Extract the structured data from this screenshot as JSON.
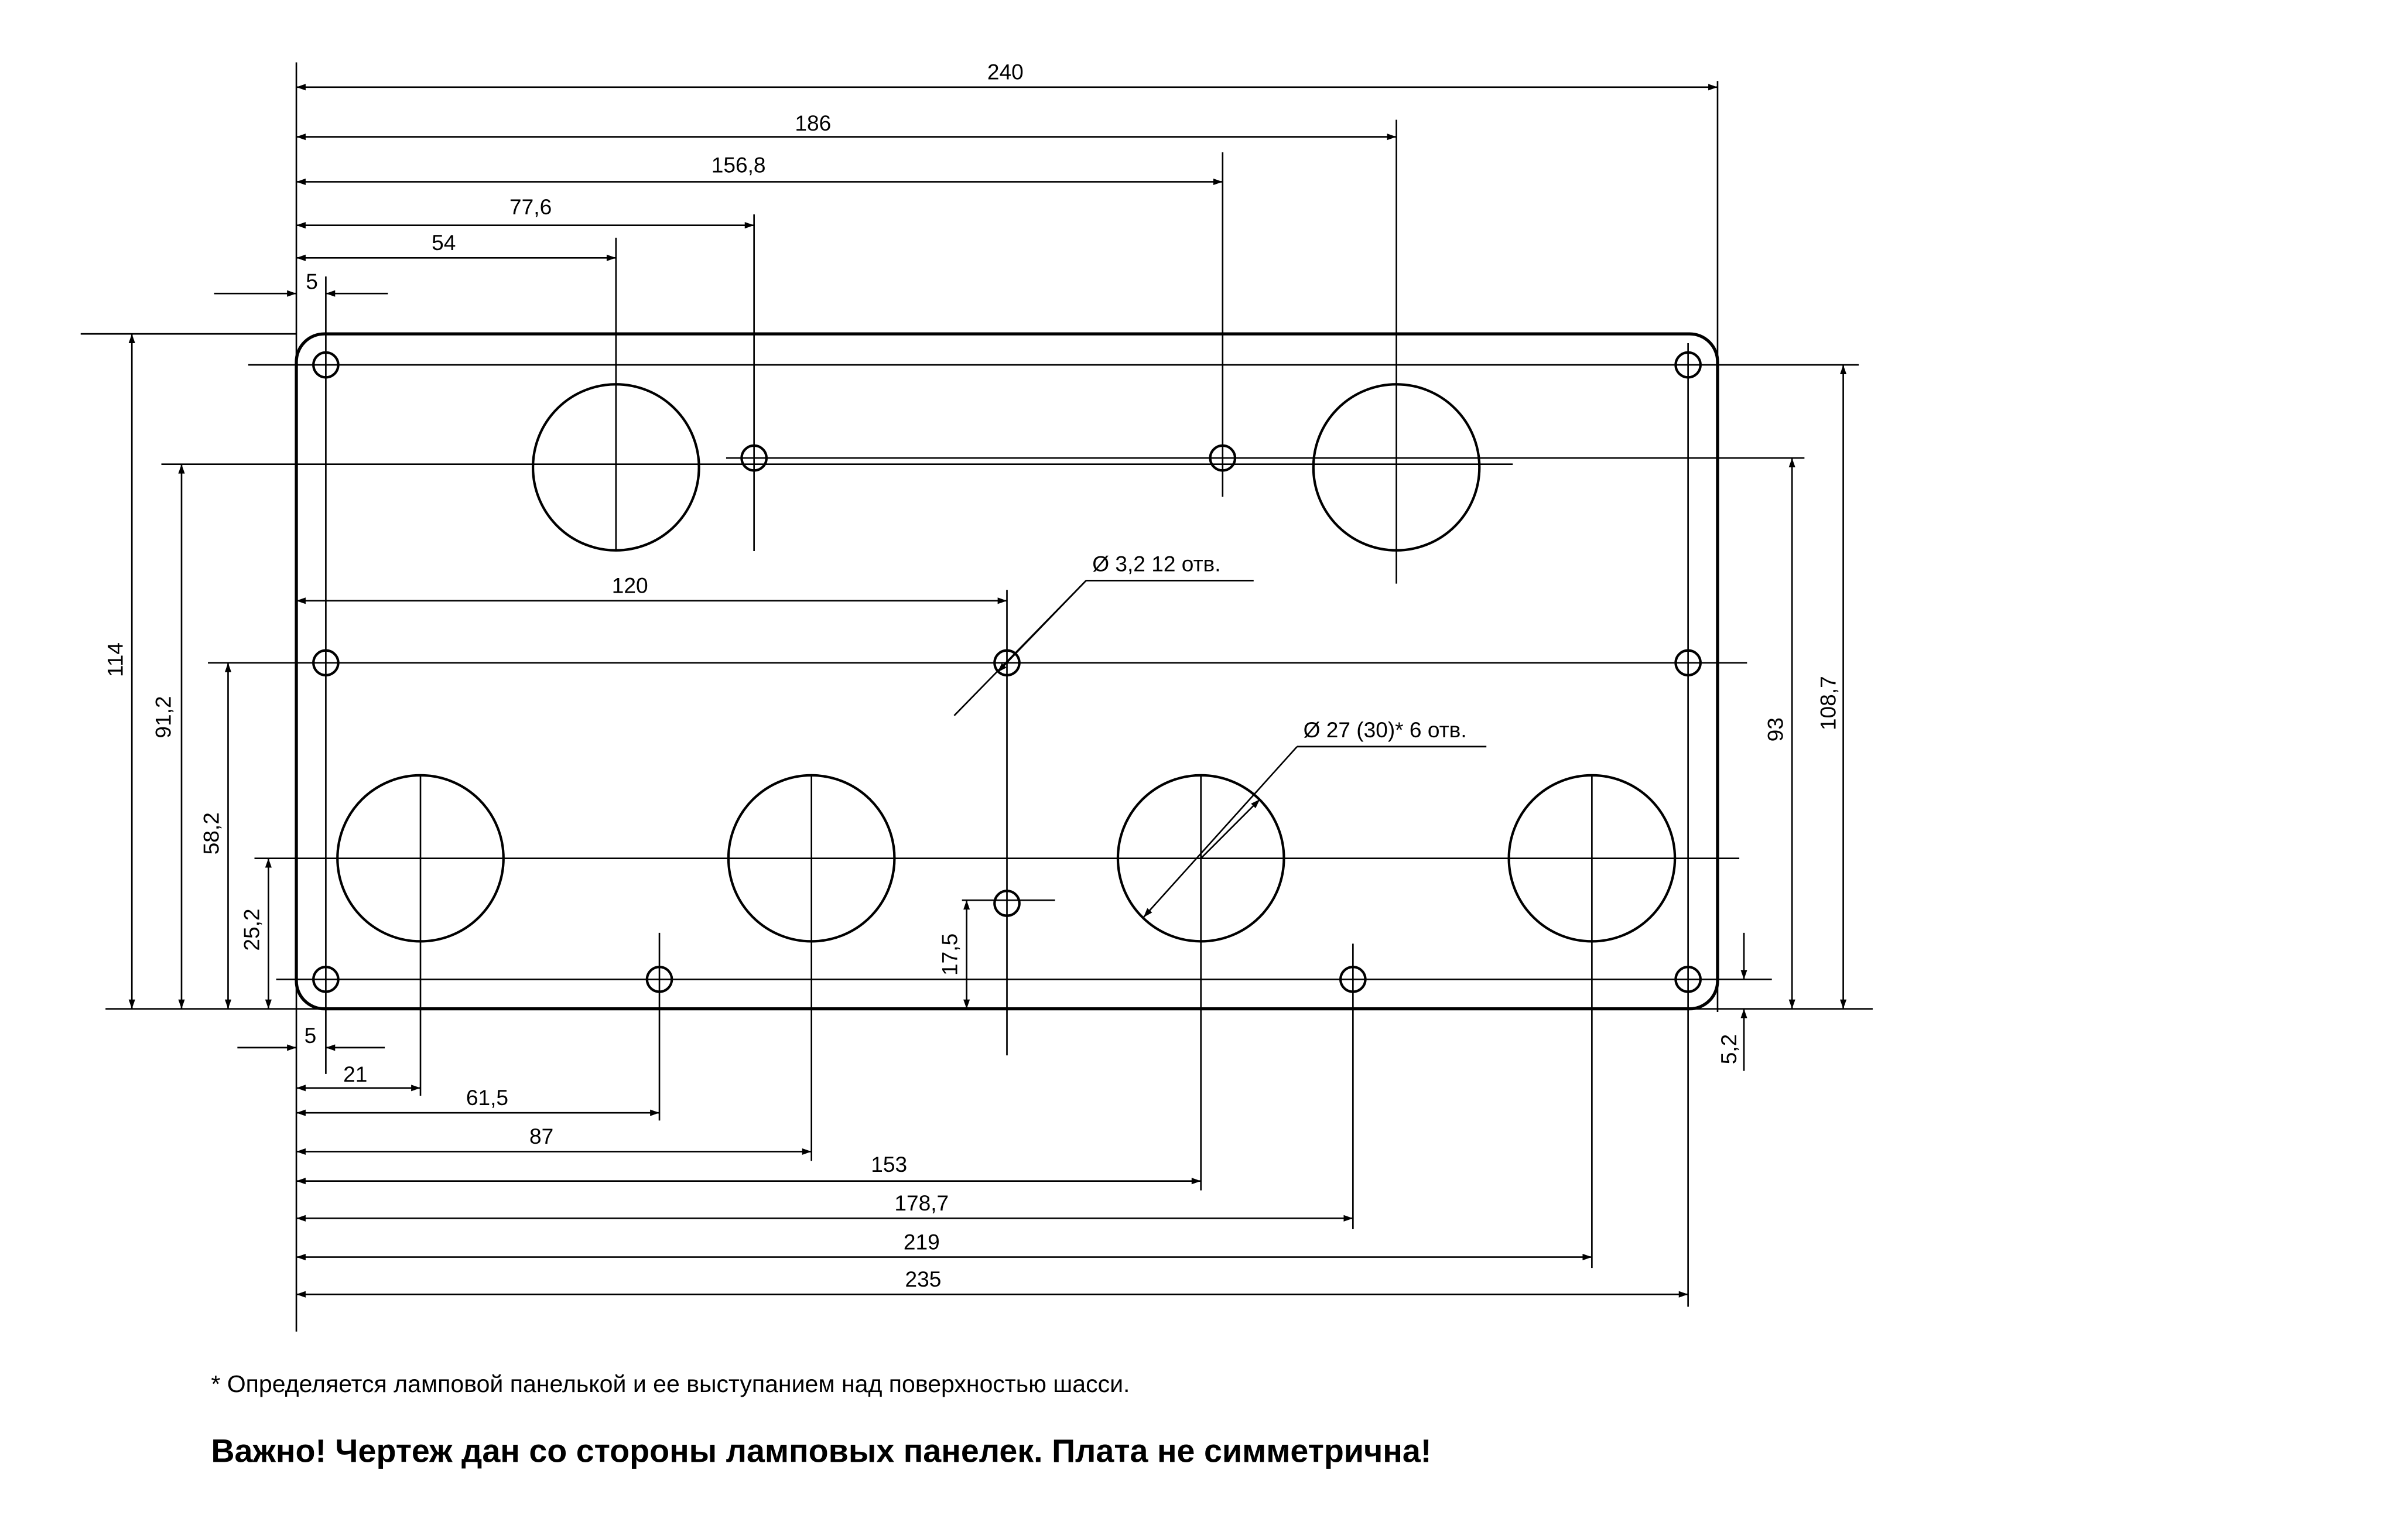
{
  "dimensions": {
    "top": [
      "240",
      "186",
      "156,8",
      "77,6",
      "54",
      "5"
    ],
    "bottom": [
      "5",
      "21",
      "61,5",
      "87",
      "153",
      "178,7",
      "219",
      "235"
    ],
    "left": [
      "114",
      "91,2",
      "58,2",
      "25,2"
    ],
    "right": [
      "108,7",
      "93",
      "5,2"
    ],
    "inner": [
      "120",
      "17,5"
    ]
  },
  "callouts": {
    "small_holes": "Ø  3,2  12 отв.",
    "large_holes": "Ø 27 (30)* 6 отв."
  },
  "footnote": "* Определяется ламповой панелькой и ее выступанием над поверхностью шасси.",
  "warning": "Важно! Чертеж дан со стороны ламповых панелек. Плата не симметрична!"
}
